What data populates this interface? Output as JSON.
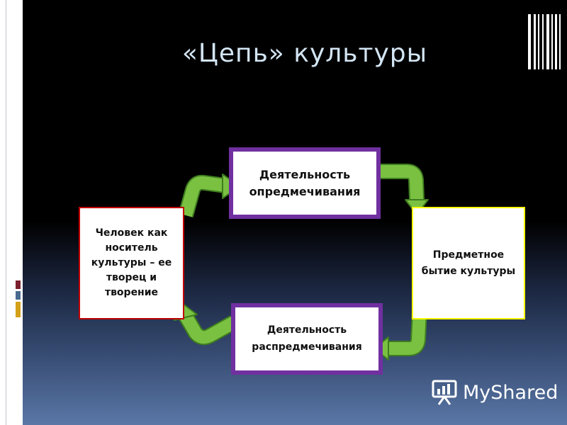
{
  "title": "«Цепь» культуры",
  "nodes": {
    "person": "Человек как носитель культуры – ее творец и творение",
    "objectification": "Деятельность опредмечивания",
    "being": "Предметное бытие культуры",
    "deobjectification": "Деятельность распредмечивания"
  },
  "logo": {
    "text": "MyShared"
  },
  "colors": {
    "background": "#000000",
    "title": "#d3e5f3",
    "arrow": "#7ac142",
    "purple_border": "#7030a0",
    "red_border": "#c00000",
    "yellow_border": "#ffff00"
  }
}
